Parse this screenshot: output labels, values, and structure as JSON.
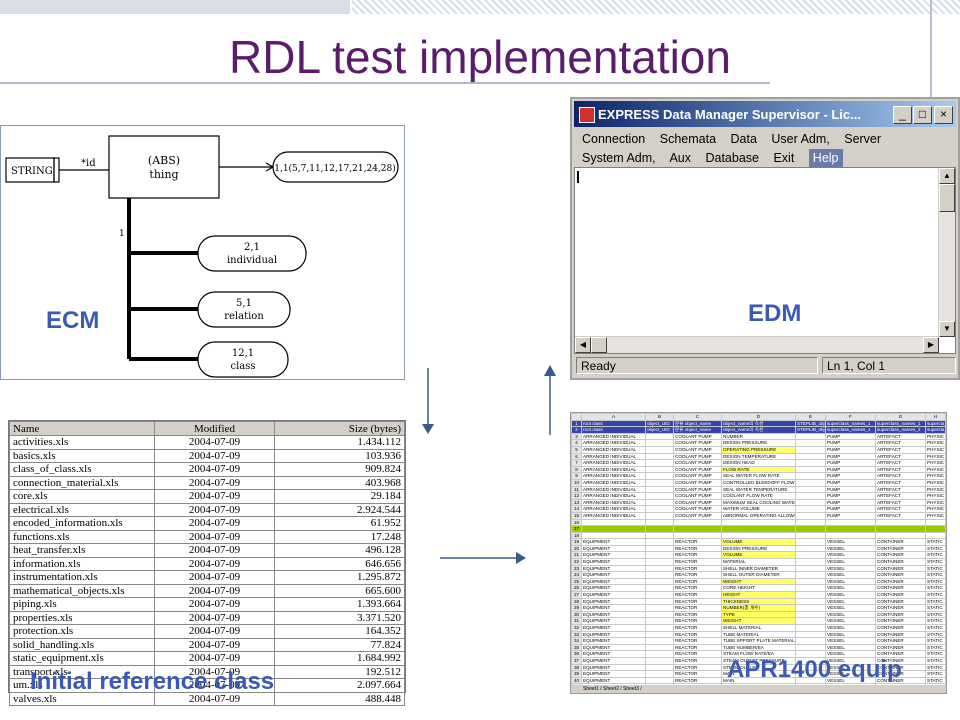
{
  "slide": {
    "title": "RDL test implementation"
  },
  "ecm": {
    "label": "ECM",
    "string_box": "STRING",
    "id_label": "*id",
    "abs_box_line1": "(ABS)",
    "abs_box_line2": "thing",
    "oneof": "1,1(5,7,11,12,17,21,24,28)",
    "one_label": "1",
    "subtypes": [
      {
        "line1": "2,1",
        "line2": "individual"
      },
      {
        "line1": "5,1",
        "line2": "relation"
      },
      {
        "line1": "12,1",
        "line2": "class"
      }
    ]
  },
  "files": {
    "caption": "Initial reference class",
    "columns": [
      "Name",
      "Modified",
      "Size (bytes)"
    ],
    "rows": [
      [
        "activities.xls",
        "2004-07-09",
        "1.434.112"
      ],
      [
        "basics.xls",
        "2004-07-09",
        "103.936"
      ],
      [
        "class_of_class.xls",
        "2004-07-09",
        "909.824"
      ],
      [
        "connection_material.xls",
        "2004-07-09",
        "403.968"
      ],
      [
        "core.xls",
        "2004-07-09",
        "29.184"
      ],
      [
        "electrical.xls",
        "2004-07-09",
        "2.924.544"
      ],
      [
        "encoded_information.xls",
        "2004-07-09",
        "61.952"
      ],
      [
        "functions.xls",
        "2004-07-09",
        "17.248"
      ],
      [
        "heat_transfer.xls",
        "2004-07-09",
        "496.128"
      ],
      [
        "information.xls",
        "2004-07-09",
        "646.656"
      ],
      [
        "instrumentation.xls",
        "2004-07-09",
        "1.295.872"
      ],
      [
        "mathematical_objects.xls",
        "2004-07-09",
        "665.600"
      ],
      [
        "piping.xls",
        "2004-07-09",
        "1.393.664"
      ],
      [
        "properties.xls",
        "2004-07-09",
        "3.371.520"
      ],
      [
        "protection.xls",
        "2004-07-09",
        "164.352"
      ],
      [
        "solid_handling.xls",
        "2004-07-09",
        "77.824"
      ],
      [
        "static_equipment.xls",
        "2004-07-09",
        "1.684.992"
      ],
      [
        "transport.xls",
        "2004-07-09",
        "192.512"
      ],
      [
        "um.xls",
        "2004-07-09",
        "2.097.664"
      ],
      [
        "valves.xls",
        "2004-07-09",
        "488.448"
      ]
    ]
  },
  "edm": {
    "label": "EDM",
    "window_title": "EXPRESS Data Manager Supervisor - Lic...",
    "menu_row1": [
      "Connection",
      "Schemata",
      "Data",
      "User Adm,",
      "Server"
    ],
    "menu_row2": [
      "System Adm,",
      "Aux",
      "Database",
      "Exit",
      "Help"
    ],
    "status_left": "Ready",
    "status_right": "Ln 1, Col 1",
    "min_glyph": "_",
    "max_glyph": "□",
    "close_glyph": "×"
  },
  "sheet": {
    "caption": "APR1400 equip",
    "col_headers": [
      "A",
      "B",
      "C",
      "D",
      "E",
      "F",
      "G",
      "H"
    ],
    "header_rows": [
      [
        "root class",
        "object_UID",
        "분류 object_name",
        "object_name의 속성",
        "STEPLIB_object_name",
        "superclass_names_1",
        "superclass_names_1",
        "supercla"
      ],
      [
        "root class",
        "object_UID",
        "분류 object_name",
        "object_name의 속성",
        "STEPLIB_object_name",
        "superclass_names_1",
        "superclass_names_2",
        "supercla"
      ]
    ],
    "pump_rows": [
      [
        "ARRANGED INDIVIDUAL",
        "",
        "COOLANT PUMP",
        "NUMBER",
        "",
        "PUMP",
        "ARTEFACT",
        "PHYSIC"
      ],
      [
        "ARRANGED INDIVIDUAL",
        "",
        "COOLANT PUMP",
        "DESIGN PRESSURE",
        "",
        "PUMP",
        "ARTEFACT",
        "PHYSIC"
      ],
      [
        "ARRANGED INDIVIDUAL",
        "",
        "COOLANT PUMP",
        "OPERATING PRESSURE",
        "",
        "PUMP",
        "ARTEFACT",
        "PHYSIC"
      ],
      [
        "ARRANGED INDIVIDUAL",
        "",
        "COOLANT PUMP",
        "DESIGN TEMPERATURE",
        "",
        "PUMP",
        "ARTEFACT",
        "PHYSIC"
      ],
      [
        "ARRANGED INDIVIDUAL",
        "",
        "COOLANT PUMP",
        "DESIGN HEAD",
        "",
        "PUMP",
        "ARTEFACT",
        "PHYSIC"
      ],
      [
        "ARRANGED INDIVIDUAL",
        "",
        "COOLANT PUMP",
        "FLOW RATE",
        "",
        "PUMP",
        "ARTEFACT",
        "PHYSIC"
      ],
      [
        "ARRANGED INDIVIDUAL",
        "",
        "COOLANT PUMP",
        "SEAL WATER FLOW RATE",
        "",
        "PUMP",
        "ARTEFACT",
        "PHYSIC"
      ],
      [
        "ARRANGED INDIVIDUAL",
        "",
        "COOLANT PUMP",
        "CONTROLLED BLEEDOFF FLOW",
        "",
        "PUMP",
        "ARTEFACT",
        "PHYSIC"
      ],
      [
        "ARRANGED INDIVIDUAL",
        "",
        "COOLANT PUMP",
        "SEAL WATER TEMPERATURE",
        "",
        "PUMP",
        "ARTEFACT",
        "PHYSIC"
      ],
      [
        "ARRANGED INDIVIDUAL",
        "",
        "COOLANT PUMP",
        "COOLANT FLOW RATE",
        "",
        "PUMP",
        "ARTEFACT",
        "PHYSIC"
      ],
      [
        "ARRANGED INDIVIDUAL",
        "",
        "COOLANT PUMP",
        "MAXIMUM SEAL COOLING WATER INLET TEMPER",
        "",
        "PUMP",
        "ARTEFACT",
        "PHYSIC"
      ],
      [
        "ARRANGED INDIVIDUAL",
        "",
        "COOLANT PUMP",
        "WATER VOLUME",
        "",
        "PUMP",
        "ARTEFACT",
        "PHYSIC"
      ],
      [
        "ARRANGED INDIVIDUAL",
        "",
        "COOLANT PUMP",
        "ABNORMAL OPERATING ALLOWABLE TIME",
        "",
        "PUMP",
        "ARTEFACT",
        "PHYSIC"
      ]
    ],
    "reactor_rows": [
      [
        "EQUIPMENT",
        "",
        "REACTOR",
        "VOLUME",
        "",
        "VESSEL",
        "CONTAINER",
        "STATIC"
      ],
      [
        "EQUIPMENT",
        "",
        "REACTOR",
        "DESIGN PRESSURE",
        "",
        "VESSEL",
        "CONTAINER",
        "STATIC"
      ],
      [
        "EQUIPMENT",
        "",
        "REACTOR",
        "VOLUME",
        "",
        "VESSEL",
        "CONTAINER",
        "STATIC"
      ],
      [
        "EQUIPMENT",
        "",
        "REACTOR",
        "MATERIAL",
        "",
        "VESSEL",
        "CONTAINER",
        "STATIC"
      ],
      [
        "EQUIPMENT",
        "",
        "REACTOR",
        "SHELL INNER DIAMETER",
        "",
        "VESSEL",
        "CONTAINER",
        "STATIC"
      ],
      [
        "EQUIPMENT",
        "",
        "REACTOR",
        "SHELL OUTER DIAMETER",
        "",
        "VESSEL",
        "CONTAINER",
        "STATIC"
      ],
      [
        "EQUIPMENT",
        "",
        "REACTOR",
        "WEIGHT",
        "",
        "VESSEL",
        "CONTAINER",
        "STATIC"
      ],
      [
        "EQUIPMENT",
        "",
        "REACTOR",
        "CORE HEIGHT",
        "",
        "VESSEL",
        "CONTAINER",
        "STATIC"
      ],
      [
        "EQUIPMENT",
        "",
        "REACTOR",
        "HEIGHT",
        "",
        "VESSEL",
        "CONTAINER",
        "STATIC"
      ],
      [
        "EQUIPMENT",
        "",
        "REACTOR",
        "THICKNESS",
        "",
        "VESSEL",
        "CONTAINER",
        "STATIC"
      ],
      [
        "EQUIPMENT",
        "",
        "REACTOR",
        "NUMBER(총 개수)",
        "",
        "VESSEL",
        "CONTAINER",
        "STATIC"
      ],
      [
        "EQUIPMENT",
        "",
        "REACTOR",
        "TYPE",
        "",
        "VESSEL",
        "CONTAINER",
        "STATIC"
      ],
      [
        "EQUIPMENT",
        "",
        "REACTOR",
        "WEIGHT",
        "",
        "VESSEL",
        "CONTAINER",
        "STATIC"
      ],
      [
        "EQUIPMENT",
        "",
        "REACTOR",
        "SHELL MATERIAL",
        "",
        "VESSEL",
        "CONTAINER",
        "STATIC"
      ],
      [
        "EQUIPMENT",
        "",
        "REACTOR",
        "TUBE MATERIAL",
        "",
        "VESSEL",
        "CONTAINER",
        "STATIC"
      ],
      [
        "EQUIPMENT",
        "",
        "REACTOR",
        "TUBE SPPORT PLATE MATERIAL",
        "",
        "VESSEL",
        "CONTAINER",
        "STATIC"
      ],
      [
        "EQUIPMENT",
        "",
        "REACTOR",
        "TUBE NUMBER/EA",
        "",
        "VESSEL",
        "CONTAINER",
        "STATIC"
      ],
      [
        "EQUIPMENT",
        "",
        "REACTOR",
        "STEAM FLOW RATE/EA",
        "",
        "VESSEL",
        "CONTAINER",
        "STATIC"
      ],
      [
        "EQUIPMENT",
        "",
        "REACTOR",
        "STEAM OUTLET PRESSURE",
        "",
        "VESSEL",
        "CONTAINER",
        "STATIC"
      ],
      [
        "EQUIPMENT",
        "",
        "REACTOR",
        "STEAM OUTLET",
        "",
        "VESSEL",
        "CONTAINER",
        "STATIC"
      ],
      [
        "EQUIPMENT",
        "",
        "REACTOR",
        "MAIN",
        "",
        "VESSEL",
        "CONTAINER",
        "STATIC"
      ],
      [
        "EQUIPMENT",
        "",
        "REACTOR",
        "MAIN",
        "",
        "VESSEL",
        "CONTAINER",
        "STATIC"
      ],
      [
        "EQUIPMENT",
        "",
        "REACTOR",
        "PRESSURIZER SPRAY VALVE",
        "",
        "VESSEL",
        "CONTAINER",
        "STATIC"
      ],
      [
        "EQUIPMENT",
        "",
        "REACTOR",
        "PRESSURIZER BODY",
        "",
        "VESSEL",
        "CONTAINER",
        "STATIC"
      ]
    ],
    "tabs": "Sheet1 / Sheet2 / Sheet3 /"
  }
}
